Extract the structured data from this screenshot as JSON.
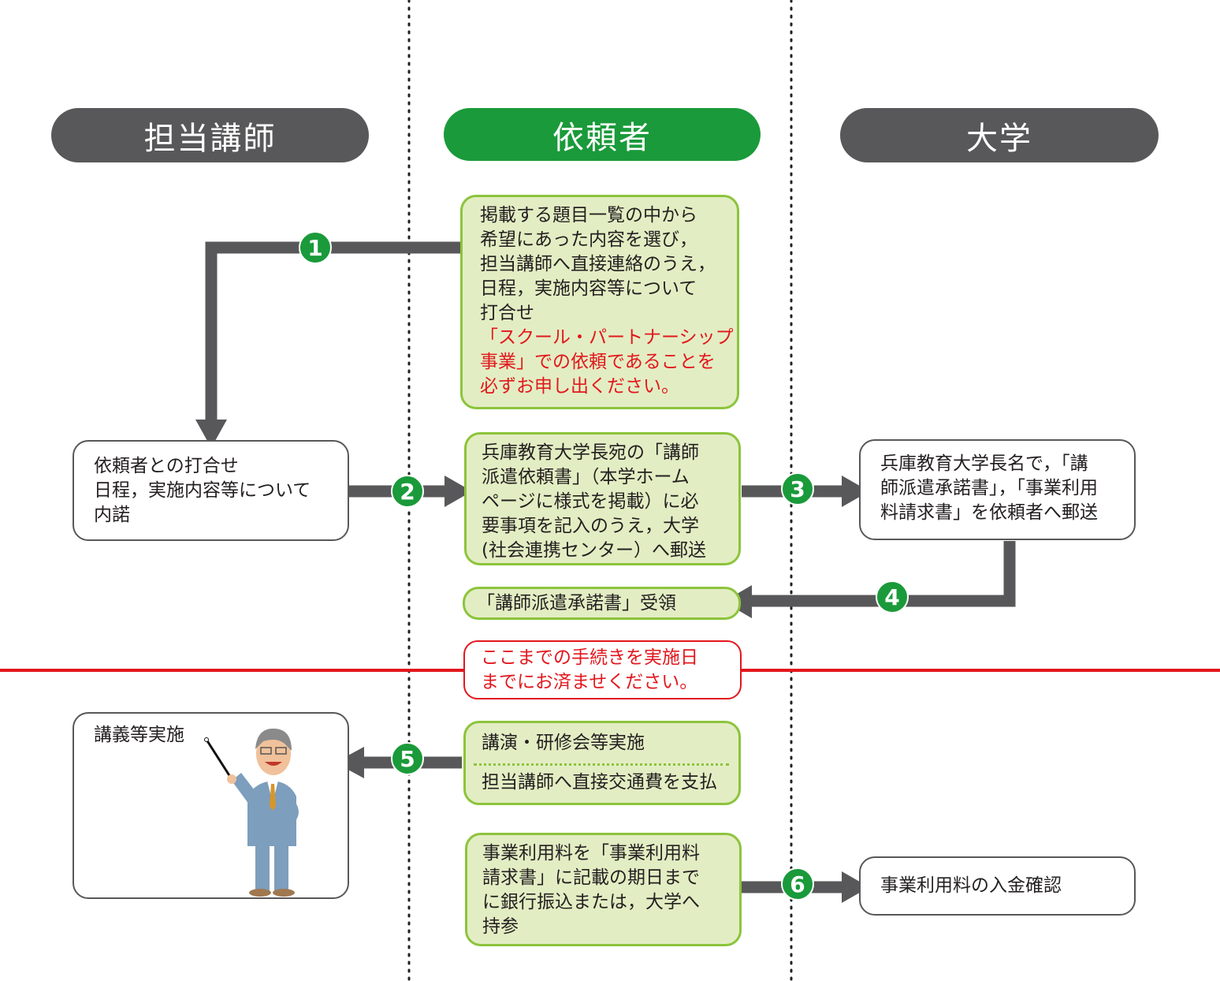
{
  "columns": {
    "lecturer": "担当講師",
    "requester": "依頼者",
    "university": "大学"
  },
  "steps": [
    "1",
    "2",
    "3",
    "4",
    "5",
    "6"
  ],
  "boxes": {
    "request_contact": {
      "lines": [
        "掲載する題目一覧の中から",
        "希望にあった内容を選び，",
        "担当講師へ直接連絡のうえ，",
        "日程，実施内容等について",
        "打合せ"
      ],
      "note_lines": [
        "「スクール・パートナーシップ",
        "事業」での依頼であることを",
        "必ずお申し出ください。"
      ]
    },
    "lecturer_meeting": {
      "lines": [
        "依頼者との打合せ",
        "日程，実施内容等について",
        "内諾"
      ]
    },
    "send_request_form": {
      "lines": [
        "兵庫教育大学長宛の「講師",
        "派遣依頼書」（本学ホーム",
        "ページに様式を掲載）に必",
        "要事項を記入のうえ，大学",
        "(社会連携センター）へ郵送"
      ]
    },
    "university_send": {
      "lines": [
        "兵庫教育大学長名で，「講",
        "師派遣承諾書」，「事業利用",
        "料請求書」を依頼者へ郵送"
      ]
    },
    "receive_acceptance": {
      "lines": [
        "「講師派遣承諾書」受領"
      ]
    },
    "deadline_notice": {
      "lines": [
        "ここまでの手続きを実施日",
        "までにお済ませください。"
      ]
    },
    "lecture": {
      "lines": [
        "講義等実施"
      ]
    },
    "lecture_event": {
      "top": "講演・研修会等実施",
      "bottom": "担当講師へ直接交通費を支払"
    },
    "payment": {
      "lines": [
        "事業利用料を「事業利用料",
        "請求書」に記載の期日まで",
        "に銀行振込または，大学へ",
        "持参"
      ]
    },
    "payment_confirm": {
      "lines": [
        "事業利用料の入金確認"
      ]
    }
  },
  "colors": {
    "green": "#1a9a3a",
    "gray": "#58585a",
    "red": "#e2171d",
    "box_green": "#e3edc3"
  }
}
